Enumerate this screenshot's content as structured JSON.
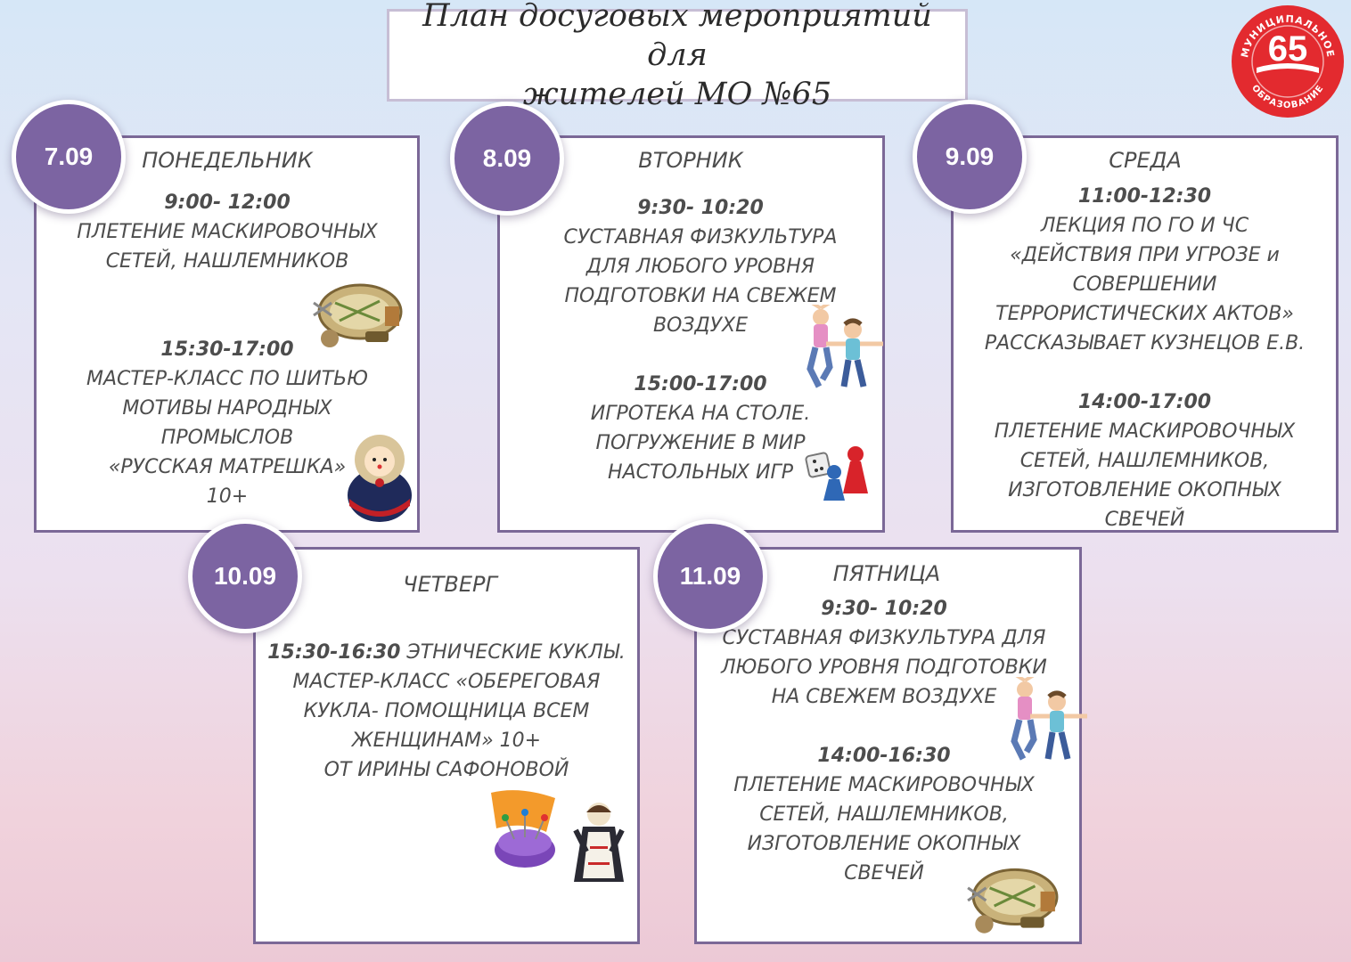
{
  "header": {
    "title_line1": "План досуговых мероприятий для",
    "title_line2": "жителей МО №65"
  },
  "logo": {
    "arc_top": "МУНИЦИПАЛЬНОЕ",
    "number": "65",
    "arc_bottom": "ОБРАЗОВАНИЕ",
    "color": "#e32a2f"
  },
  "colors": {
    "badge": "#7c64a2",
    "card_border": "#7b6897"
  },
  "days": {
    "mon": {
      "date": "7.09",
      "name": "ПОНЕДЕЛЬНИК",
      "time1": "9:00- 12:00",
      "event1_l1": "ПЛЕТЕНИЕ МАСКИРОВОЧНЫХ",
      "event1_l2": "СЕТЕЙ, НАШЛЕМНИКОВ",
      "time2": "15:30-17:00",
      "event2_l1": "МАСТЕР-КЛАСС ПО ШИТЬЮ",
      "event2_l2": "МОТИВЫ НАРОДНЫХ",
      "event2_l3": "ПРОМЫСЛОВ",
      "event2_l4": "«РУССКАЯ МАТРЕШКА»",
      "event2_l5": "10+",
      "icons": [
        "sewing-kit-icon",
        "matryoshka-icon"
      ]
    },
    "tue": {
      "date": "8.09",
      "name": "ВТОРНИК",
      "time1": "9:30- 10:20",
      "event1_l1": "СУСТАВНАЯ ФИЗКУЛЬТУРА",
      "event1_l2": "ДЛЯ ЛЮБОГО УРОВНЯ",
      "event1_l3": "ПОДГОТОВКИ НА СВЕЖЕМ",
      "event1_l4": "ВОЗДУХЕ",
      "time2": "15:00-17:00",
      "event2_l1": "ИГРОТЕКА НА СТОЛЕ.",
      "event2_l2": "ПОГРУЖЕНИЕ В МИР",
      "event2_l3": "НАСТОЛЬНЫХ ИГР",
      "icons": [
        "kids-yoga-icon",
        "board-game-icon"
      ]
    },
    "wed": {
      "date": "9.09",
      "name": "СРЕДА",
      "time1": "11:00-12:30",
      "event1_l1": "ЛЕКЦИЯ ПО ГО И ЧС",
      "event1_l2": "«ДЕЙСТВИЯ ПРИ УГРОЗЕ и",
      "event1_l3": "СОВЕРШЕНИИ",
      "event1_l4": "ТЕРРОРИСТИЧЕСКИХ АКТОВ»",
      "event1_l5": "РАССКАЗЫВАЕТ КУЗНЕЦОВ Е.В.",
      "time2": "14:00-17:00",
      "event2_l1": "ПЛЕТЕНИЕ МАСКИРОВОЧНЫХ",
      "event2_l2": "СЕТЕЙ, НАШЛЕМНИКОВ,",
      "event2_l3": "ИЗГОТОВЛЕНИЕ ОКОПНЫХ",
      "event2_l4": "СВЕЧЕЙ"
    },
    "thu": {
      "date": "10.09",
      "name": "ЧЕТВЕРГ",
      "time1": "15:30-16:30",
      "event1_l1_rest": " ЭТНИЧЕСКИЕ КУКЛЫ.",
      "event1_l2": "МАСТЕР-КЛАСС «ОБЕРЕГОВАЯ",
      "event1_l3": "КУКЛА- ПОМОЩНИЦА ВСЕМ",
      "event1_l4": "ЖЕНЩИНАМ» 10+",
      "event1_l5": "ОТ ИРИНЫ САФОНОВОЙ",
      "icons": [
        "pincushion-icon",
        "folk-doll-icon"
      ]
    },
    "fri": {
      "date": "11.09",
      "name": "ПЯТНИЦА",
      "time1": "9:30- 10:20",
      "event1_l1": "СУСТАВНАЯ ФИЗКУЛЬТУРА ДЛЯ",
      "event1_l2": "ЛЮБОГО УРОВНЯ ПОДГОТОВКИ",
      "event1_l3": "НА СВЕЖЕМ ВОЗДУХЕ",
      "time2": "14:00-16:30",
      "event2_l1": "ПЛЕТЕНИЕ МАСКИРОВОЧНЫХ",
      "event2_l2": "СЕТЕЙ, НАШЛЕМНИКОВ,",
      "event2_l3": "ИЗГОТОВЛЕНИЕ ОКОПНЫХ",
      "event2_l4": "СВЕЧЕЙ",
      "icons": [
        "kids-yoga-icon",
        "sewing-kit-icon"
      ]
    }
  }
}
